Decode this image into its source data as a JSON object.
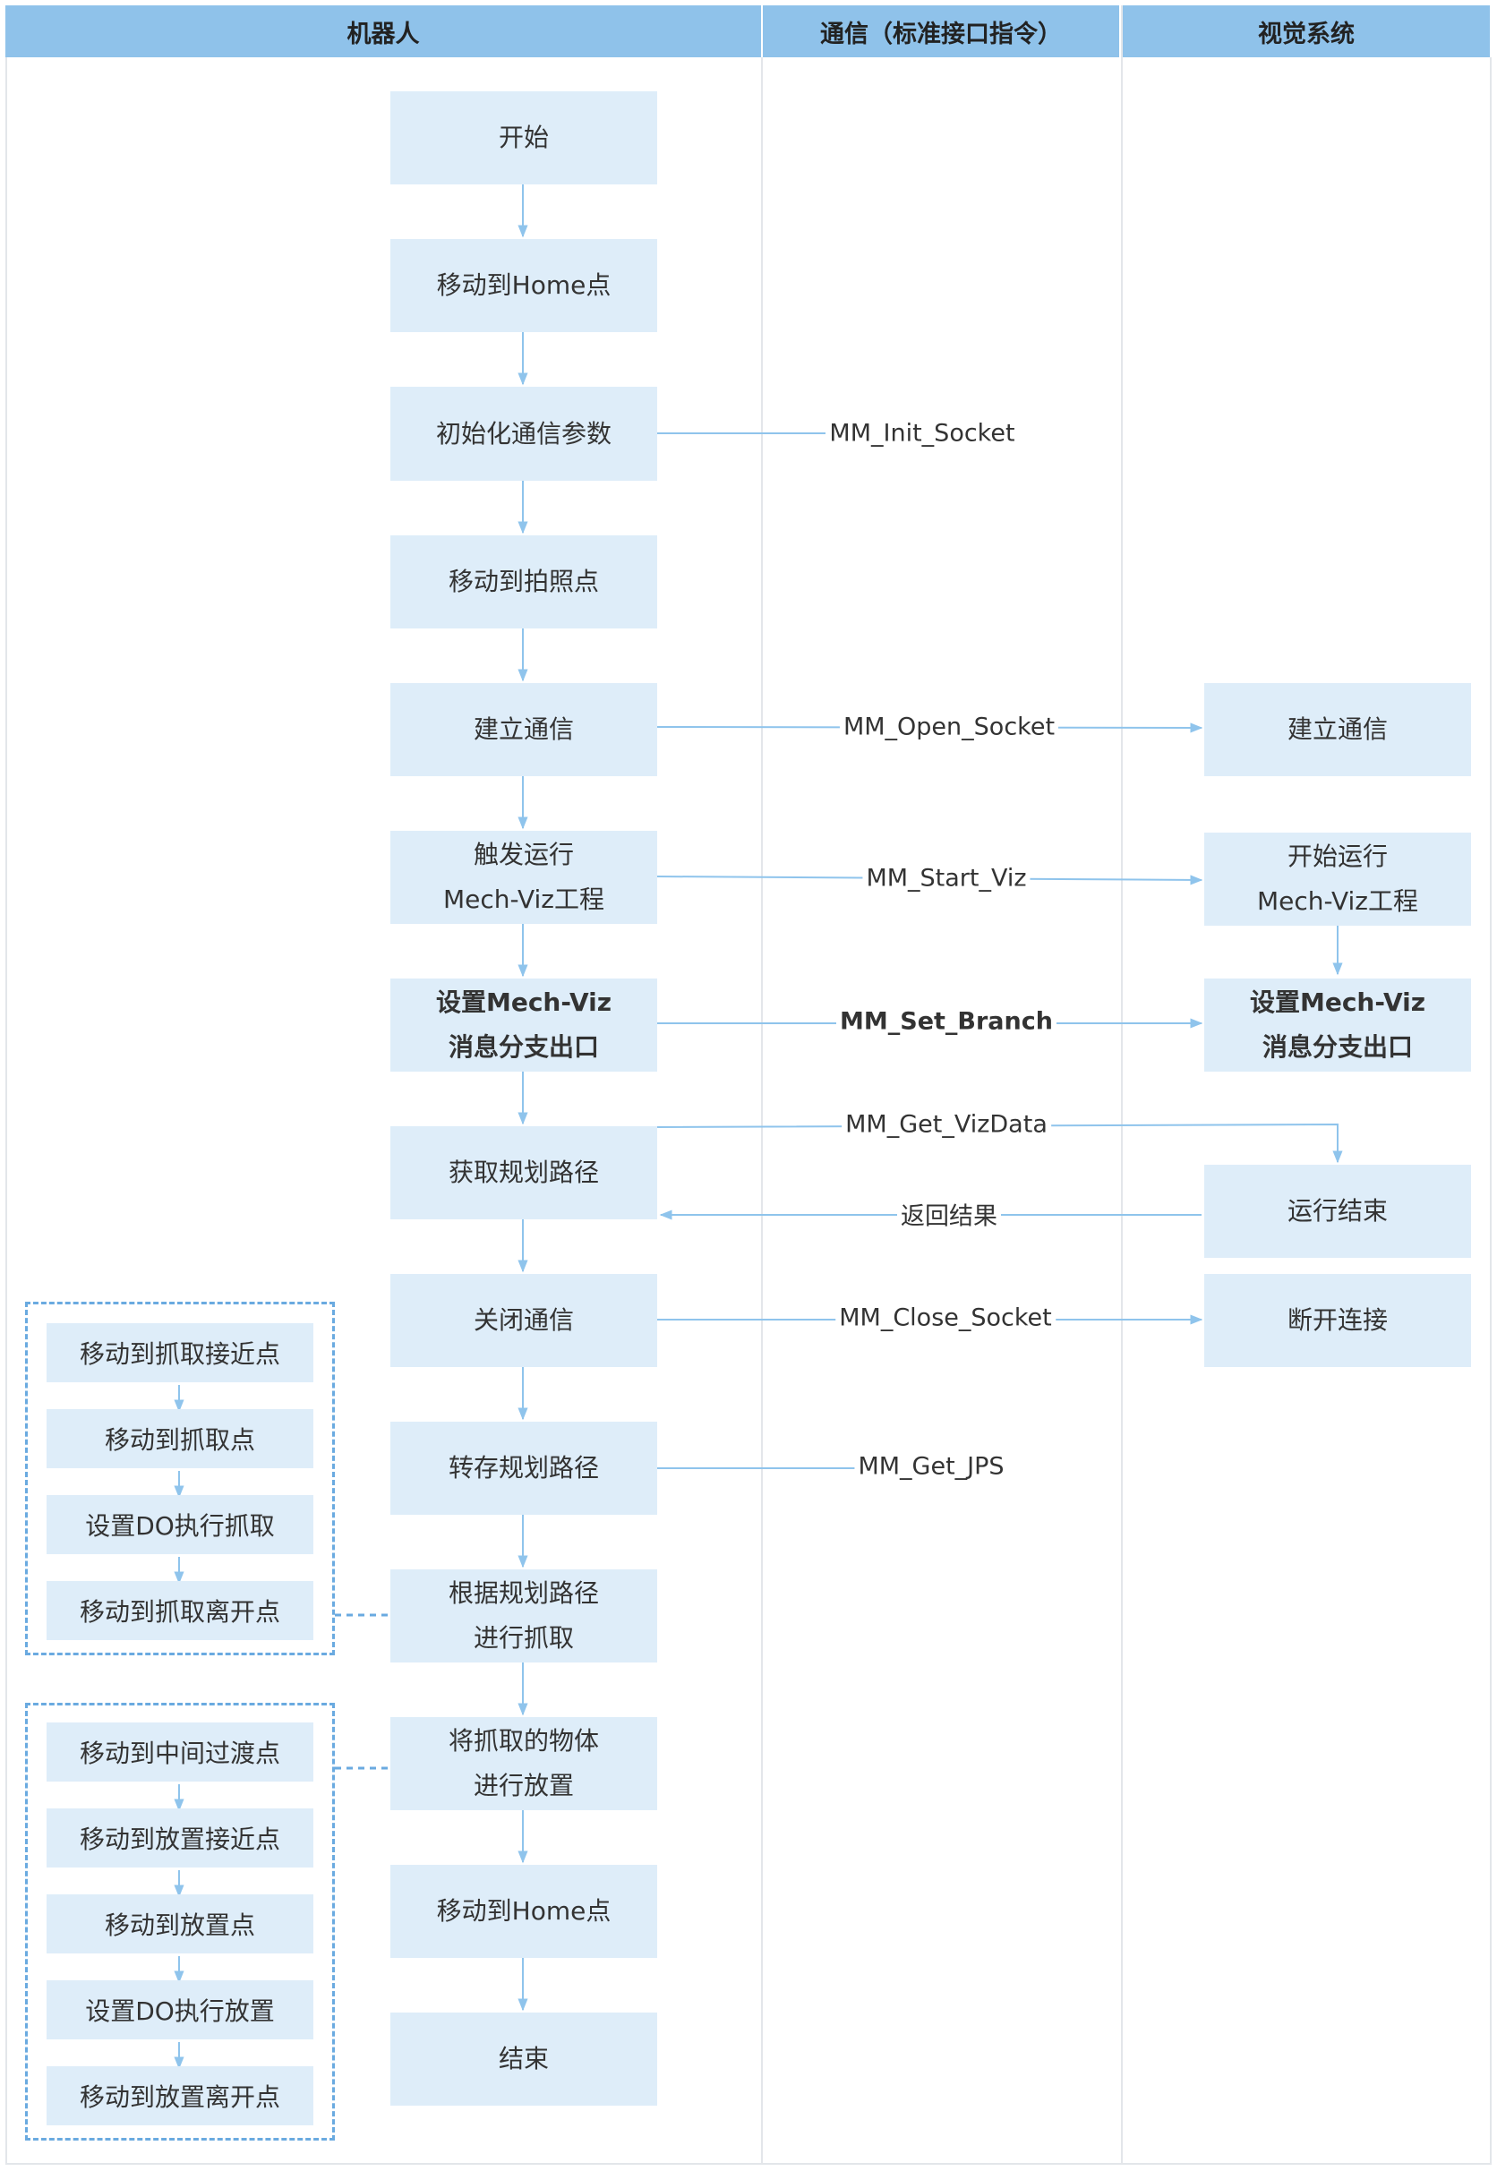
{
  "lanes": {
    "robot": "机器人",
    "comm": "通信（标准接口指令）",
    "vision": "视觉系统"
  },
  "robot_steps": {
    "start": "开始",
    "move_home_1": "移动到Home点",
    "init_comm": "初始化通信参数",
    "move_photo": "移动到拍照点",
    "connect": "建立通信",
    "trigger_l1": "触发运行",
    "trigger_l2": "Mech-Viz工程",
    "set_branch_l1": "设置Mech-Viz",
    "set_branch_l2": "消息分支出口",
    "get_path": "获取规划路径",
    "close_comm": "关闭通信",
    "store_path": "转存规划路径",
    "pick_l1": "根据规划路径",
    "pick_l2": "进行抓取",
    "place_l1": "将抓取的物体",
    "place_l2": "进行放置",
    "move_home_2": "移动到Home点",
    "end": "结束"
  },
  "vision_steps": {
    "connect": "建立通信",
    "start_run_l1": "开始运行",
    "start_run_l2": "Mech-Viz工程",
    "set_branch_l1": "设置Mech-Viz",
    "set_branch_l2": "消息分支出口",
    "run_end": "运行结束",
    "disconnect": "断开连接"
  },
  "commands": {
    "init_socket": "MM_Init_Socket",
    "open_socket": "MM_Open_Socket",
    "start_viz": "MM_Start_Viz",
    "set_branch": "MM_Set_Branch",
    "get_vizdata": "MM_Get_VizData",
    "return_result": "返回结果",
    "close_socket": "MM_Close_Socket",
    "get_jps": "MM_Get_JPS"
  },
  "pick_substeps": [
    "移动到抓取接近点",
    "移动到抓取点",
    "设置DO执行抓取",
    "移动到抓取离开点"
  ],
  "place_substeps": [
    "移动到中间过渡点",
    "移动到放置接近点",
    "移动到放置点",
    "设置DO执行放置",
    "移动到放置离开点"
  ],
  "colors": {
    "header": "#8fc2ea",
    "box": "#deedf9",
    "line": "#8fc4ec",
    "dashed": "#6aaae0"
  }
}
